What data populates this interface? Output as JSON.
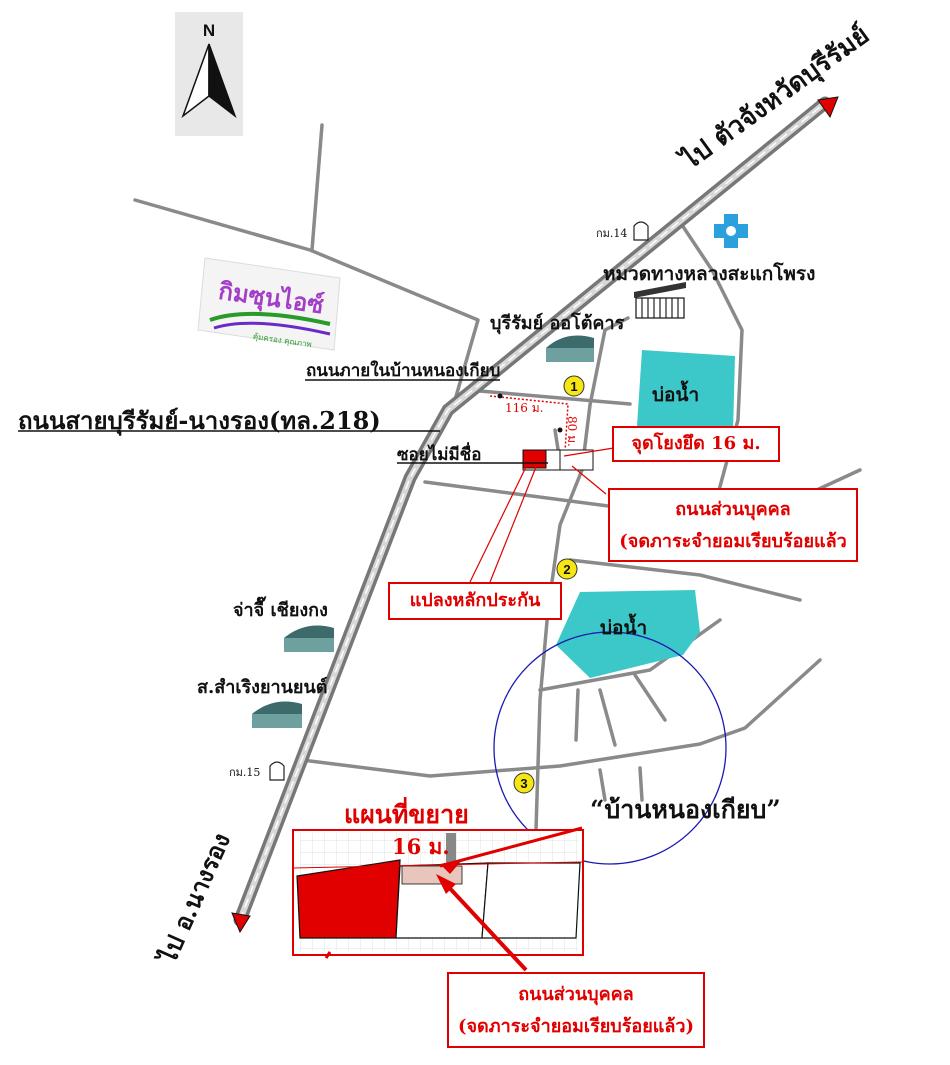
{
  "north": {
    "label": "N"
  },
  "directions": {
    "to_province": "ไป ตัวจังหวัดบุรีรัมย์",
    "to_district": "ไป อ.นางรอง"
  },
  "roads": {
    "main_road": "ถนนสายบุรีรัมย์-นางรอง(ทล.218)",
    "village_road": "ถนนภายในบ้านหนองเกียบ",
    "unnamed_soi": "ซอยไม่มีชื่อ",
    "dist_116": "116 ม.",
    "dist_80": "80 ม."
  },
  "landmarks": {
    "km14": "กม.14",
    "km15": "กม.15",
    "highway_dept": "หมวดทางหลวงสะแกโพรง",
    "buriram_auto": "บุรีรัมย์ ออโต้คาร",
    "jaji": "จ่าจื๊ เชียงกง",
    "samroeng": "ส.สำเริงยานยนต์",
    "pond": "บ่อน้ำ",
    "village": "“บ้านหนองเกียบ”",
    "logo_text": "กิมซุนไอซ์",
    "logo_sub": "คุ้มครอง คุณภาพ"
  },
  "markers": [
    "1",
    "2",
    "3"
  ],
  "callouts": {
    "connection_point": "จุดโยงยึด 16 ม.",
    "private_road_line1": "ถนนส่วนบุคคล",
    "private_road_line2": "(จดภาระจำยอมเรียบร้อยแล้ว",
    "collateral": "แปลงหลักประกัน"
  },
  "inset": {
    "title": "แผนที่ขยาย",
    "width_label": "16 ม.",
    "private_road_line1": "ถนนส่วนบุคคล",
    "private_road_line2": "(จดภาระจำยอมเรียบร้อยแล้ว)"
  },
  "colors": {
    "pond": "#3cc8c8",
    "highlight": "#e00000",
    "main_road": "#888888",
    "road": "#8a8a8a",
    "circle": "#1a1ab4",
    "marker": "#f5e614"
  }
}
